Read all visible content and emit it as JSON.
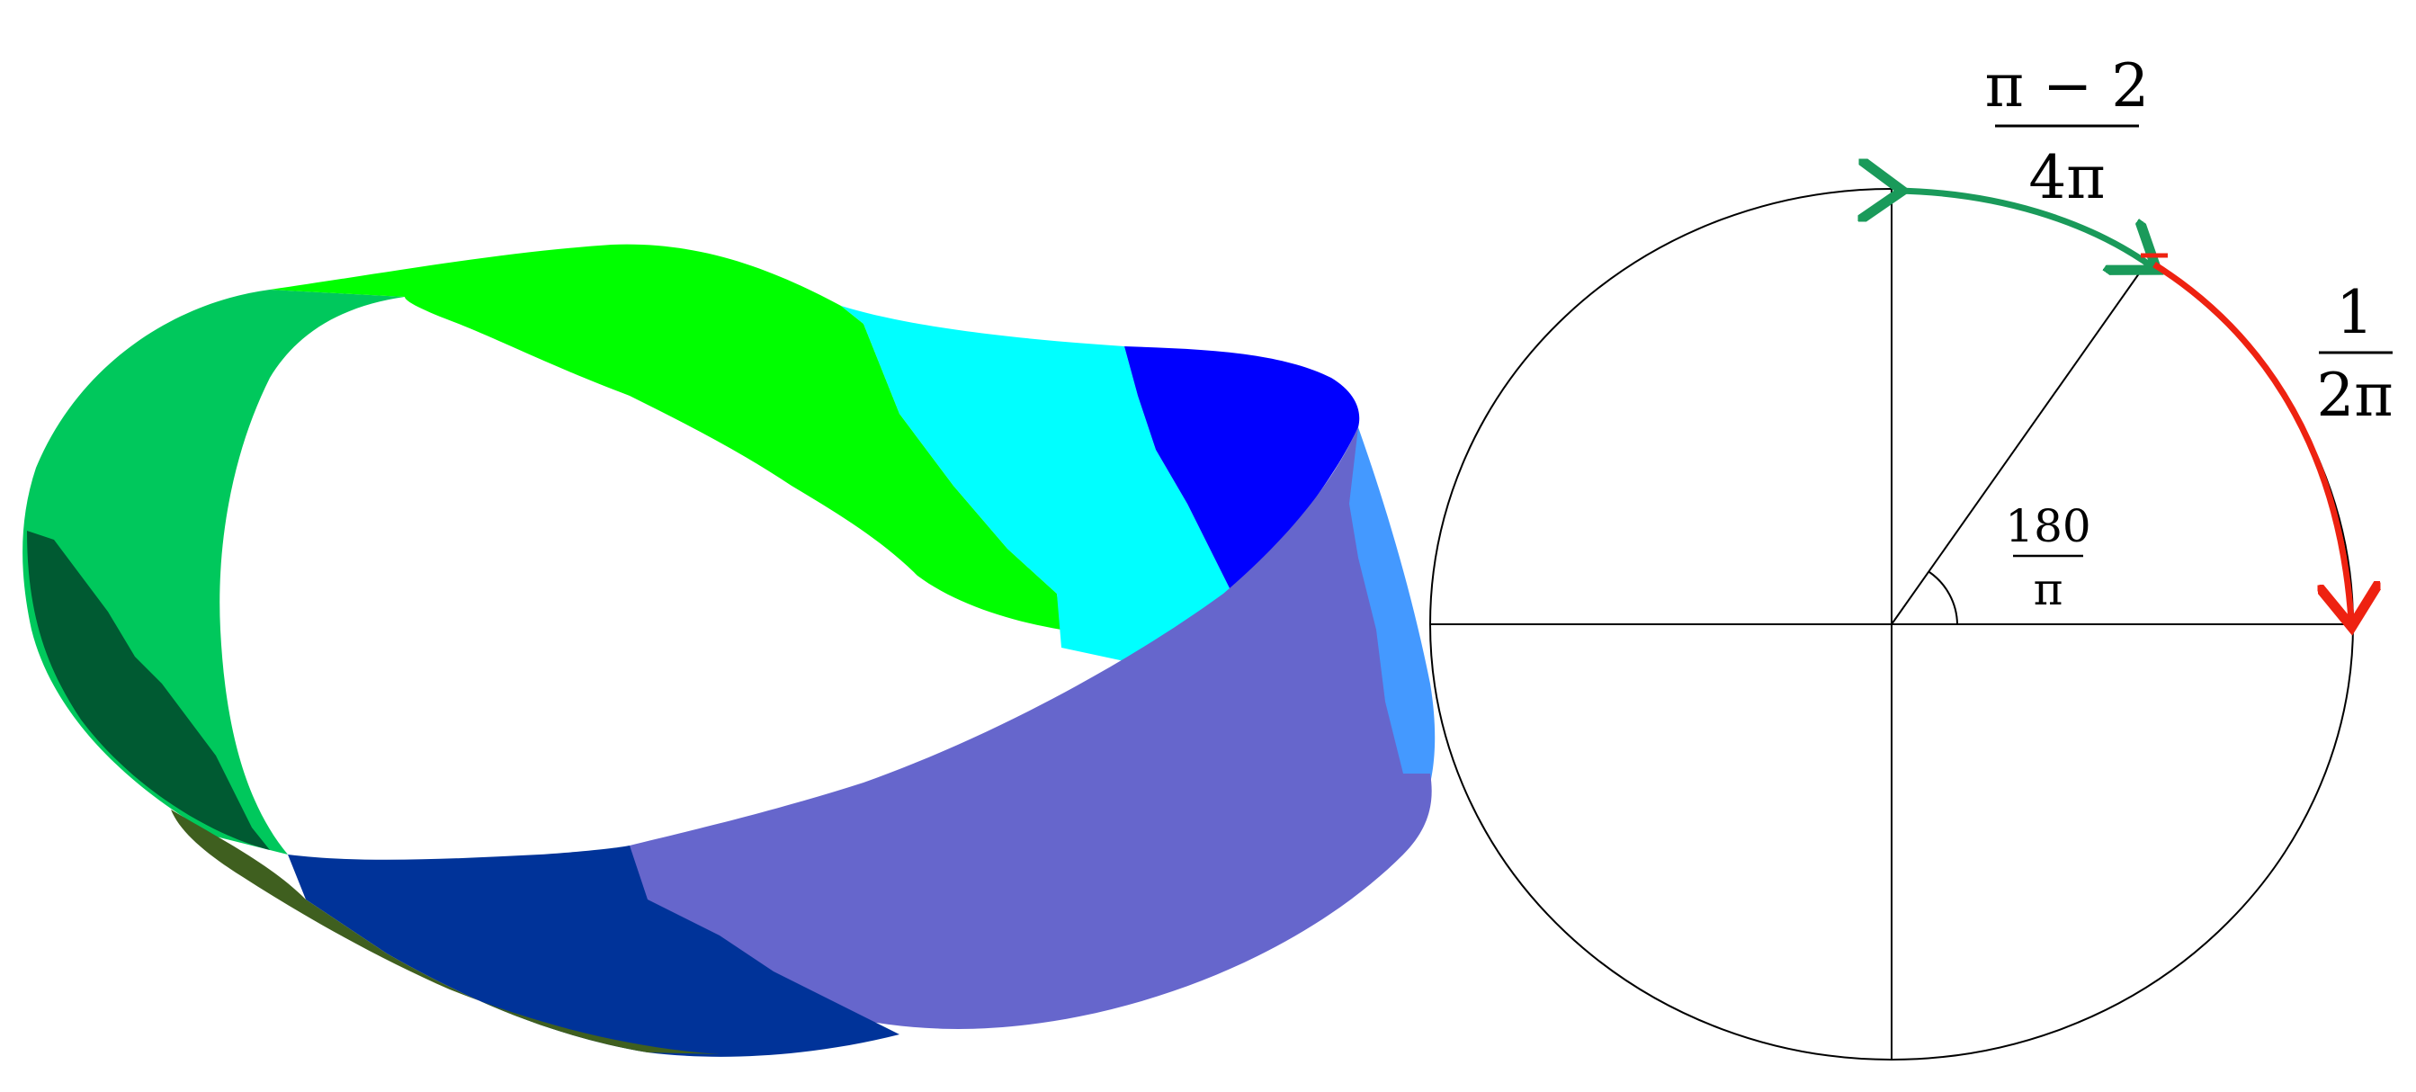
{
  "labels": {
    "arc_top": {
      "numerator": "π − 2",
      "denominator": "4π"
    },
    "arc_right": {
      "numerator": "1",
      "denominator": "2π"
    },
    "angle": {
      "numerator": "180",
      "denominator": "π"
    }
  },
  "colors": {
    "green_arc": "#1a9a5a",
    "red_arc": "#ee2211",
    "band_dark_green": "#005a32",
    "band_medium_green": "#00c85c",
    "band_lime": "#00ff00",
    "band_cyan": "#00ffff",
    "band_blue": "#0000ff",
    "band_sky": "#4499ff",
    "band_slate": "#6666cc",
    "band_navy": "#003399",
    "band_olive": "#3f5f1f"
  }
}
